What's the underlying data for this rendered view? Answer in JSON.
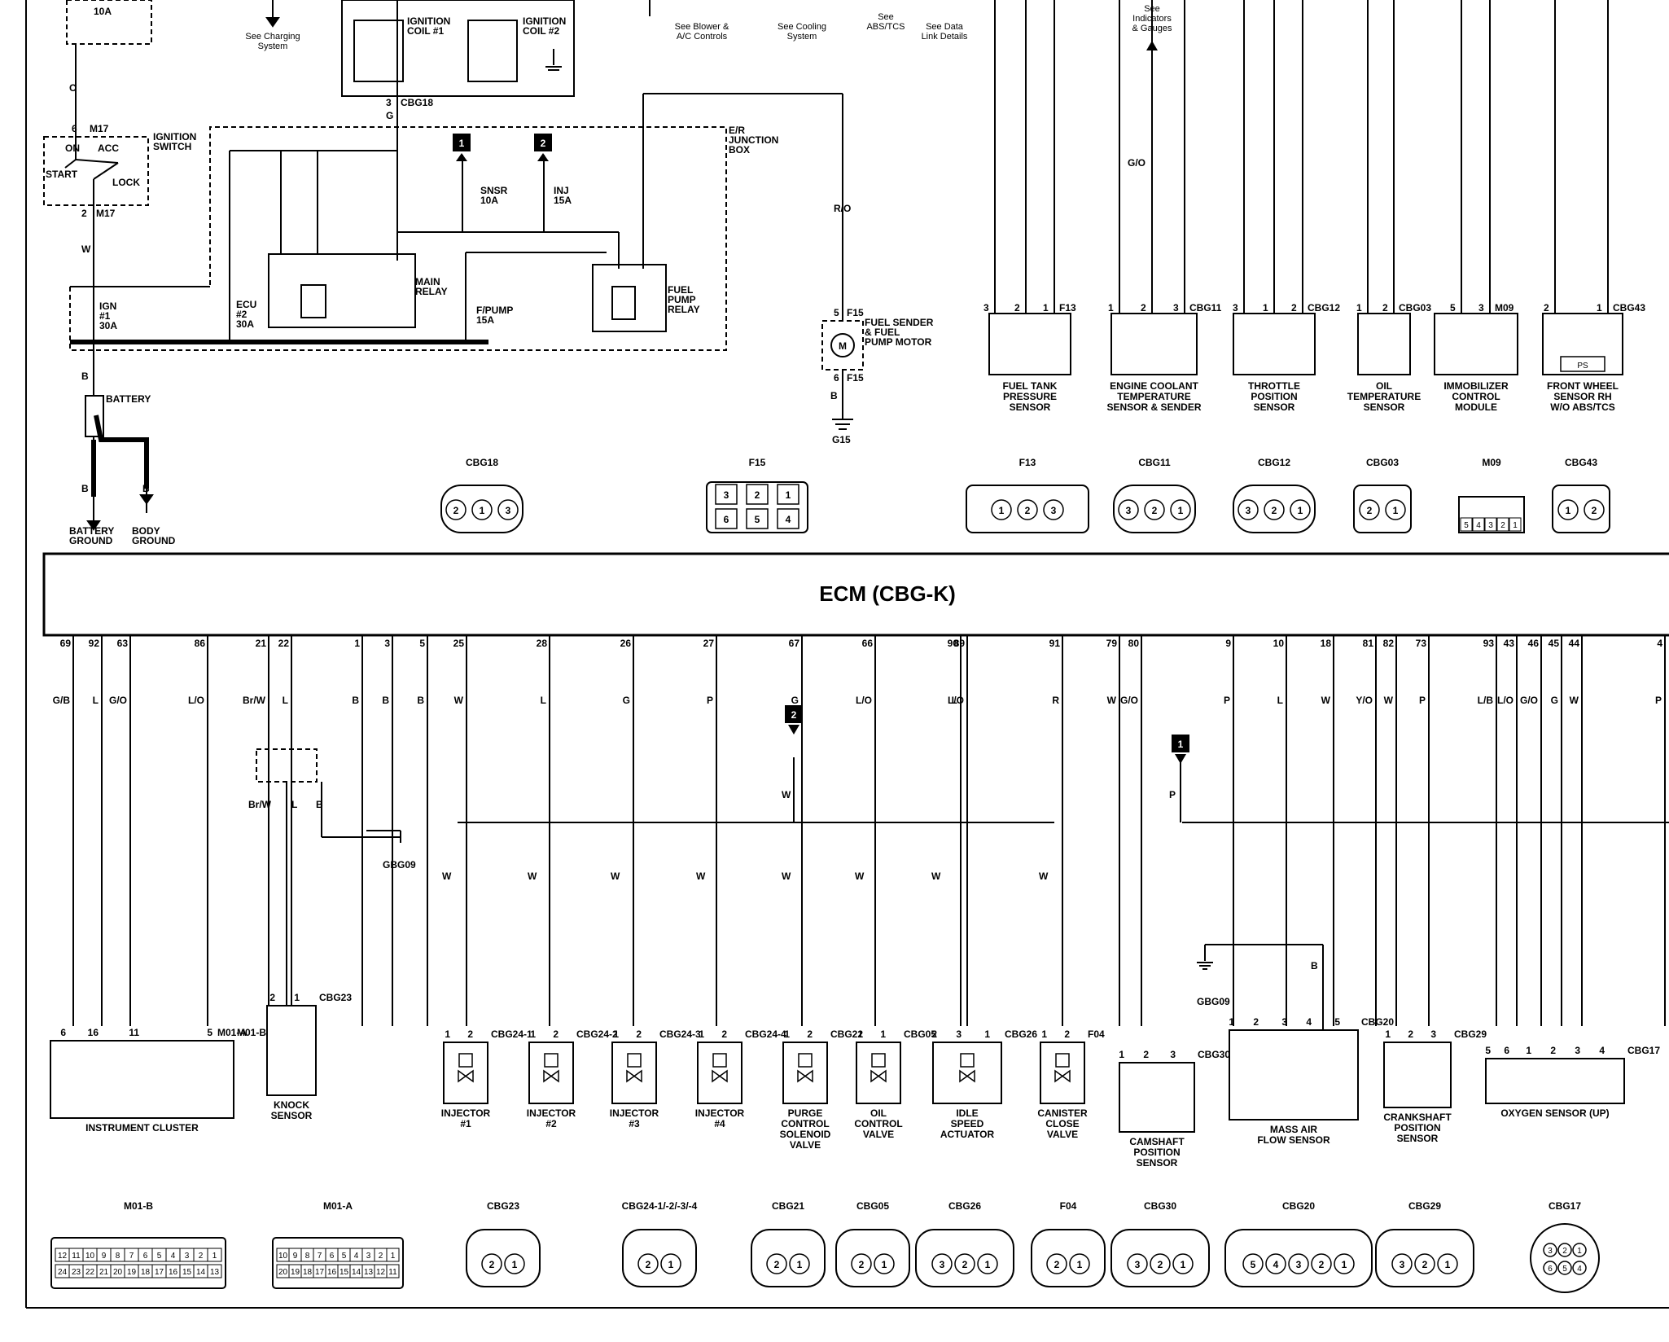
{
  "ecm": {
    "title": "ECM (CBG-K)"
  },
  "top_references": [
    {
      "id": "see-charging",
      "lines": [
        "See Charging",
        "System"
      ]
    },
    {
      "id": "see-blower",
      "lines": [
        "See Blower &",
        "A/C Controls"
      ]
    },
    {
      "id": "see-cooling",
      "lines": [
        "See Cooling",
        "System"
      ]
    },
    {
      "id": "see-abs",
      "lines": [
        "See",
        "ABS/TCS"
      ]
    },
    {
      "id": "see-data-link",
      "lines": [
        "See Data",
        "Link Details"
      ]
    },
    {
      "id": "see-indicators",
      "lines": [
        "See",
        "Indicators",
        "& Gauges"
      ]
    }
  ],
  "upper_labels": {
    "fuse_top": "10A",
    "m17_top": "M17",
    "m17_top_pin": "6",
    "m17_bottom": "M17",
    "m17_bottom_pin": "2",
    "wire_o": "O",
    "wire_w": "W",
    "wire_b1": "B",
    "wire_b2": "B",
    "wire_b3": "B",
    "wire_ro": "R/O",
    "wire_go": "G/O",
    "wire_b_f15": "B",
    "ignition_switch": [
      "IGNITION",
      "SWITCH"
    ],
    "switch_on": "ON",
    "switch_acc": "ACC",
    "switch_start": "START",
    "switch_lock": "LOCK",
    "ign_fuse": [
      "IGN",
      "#1",
      "30A"
    ],
    "ecu_fuse": [
      "ECU",
      "#2",
      "30A"
    ],
    "main_relay": [
      "MAIN",
      "RELAY"
    ],
    "fpump_fuse": [
      "F/PUMP",
      "15A"
    ],
    "fuel_pump_relay": [
      "FUEL",
      "PUMP",
      "RELAY"
    ],
    "er_junction_box": [
      "E/R",
      "JUNCTION",
      "BOX"
    ],
    "snsr_fuse": [
      "SNSR",
      "10A"
    ],
    "inj_fuse": [
      "INJ",
      "15A"
    ],
    "marker_1": "1",
    "marker_2": "2",
    "ignition_coil_1": [
      "IGNITION",
      "COIL #1"
    ],
    "ignition_coil_2": [
      "IGNITION",
      "COIL #2"
    ],
    "cbg18_pin_3": "3",
    "cbg18_ref": "CBG18",
    "cbg18_wire": "G",
    "battery": "BATTERY",
    "battery_ground": [
      "BATTERY",
      "GROUND"
    ],
    "body_ground": [
      "BODY",
      "GROUND"
    ],
    "fuel_sender": [
      "FUEL SENDER",
      "& FUEL",
      "PUMP MOTOR"
    ],
    "f15_pin_5": "5",
    "f15_pin_6": "6",
    "f15_ref_top": "F15",
    "f15_ref_bottom": "F15",
    "ground_g15": "G15",
    "motor_m": "M"
  },
  "upper_sensors": [
    {
      "id": "fuel-tank-pressure",
      "lines": [
        "FUEL TANK",
        "PRESSURE",
        "SENSOR"
      ],
      "connector": "F13",
      "pins": [
        "3",
        "2",
        "1"
      ]
    },
    {
      "id": "engine-coolant-temp",
      "lines": [
        "ENGINE COOLANT",
        "TEMPERATURE",
        "SENSOR & SENDER"
      ],
      "connector": "CBG11",
      "pins": [
        "1",
        "2",
        "3"
      ]
    },
    {
      "id": "throttle-position",
      "lines": [
        "THROTTLE",
        "POSITION",
        "SENSOR"
      ],
      "connector": "CBG12",
      "pins": [
        "3",
        "1",
        "2"
      ]
    },
    {
      "id": "oil-temperature",
      "lines": [
        "OIL",
        "TEMPERATURE",
        "SENSOR"
      ],
      "connector": "CBG03",
      "pins": [
        "1",
        "2"
      ]
    },
    {
      "id": "immobilizer",
      "lines": [
        "IMMOBILIZER",
        "CONTROL",
        "MODULE"
      ],
      "connector": "M09",
      "pins": [
        "5",
        "3"
      ]
    },
    {
      "id": "front-wheel-sensor",
      "lines": [
        "FRONT WHEEL",
        "SENSOR RH",
        "W/O ABS/TCS"
      ],
      "connector": "CBG43",
      "pins": [
        "2",
        "1"
      ],
      "symbol": "PS"
    }
  ],
  "upper_connectors": [
    {
      "id": "CBG18",
      "label": "CBG18",
      "pins": [
        "2",
        "1",
        "3"
      ]
    },
    {
      "id": "F15",
      "label": "F15",
      "pins": [
        "3",
        "2",
        "1",
        "6",
        "5",
        "4"
      ]
    },
    {
      "id": "F13",
      "label": "F13",
      "pins": [
        "1",
        "2",
        "3"
      ]
    },
    {
      "id": "CBG11",
      "label": "CBG11",
      "pins": [
        "3",
        "2",
        "1"
      ]
    },
    {
      "id": "CBG12",
      "label": "CBG12",
      "pins": [
        "3",
        "2",
        "1"
      ]
    },
    {
      "id": "CBG03",
      "label": "CBG03",
      "pins": [
        "2",
        "1"
      ]
    },
    {
      "id": "M09",
      "label": "M09",
      "pins": [
        "5",
        "4",
        "3",
        "2",
        "1"
      ]
    },
    {
      "id": "CBG43",
      "label": "CBG43",
      "pins": [
        "1",
        "2"
      ]
    }
  ],
  "ecm_pins": [
    {
      "pin": "69",
      "wire": "G/B"
    },
    {
      "pin": "92",
      "wire": "L"
    },
    {
      "pin": "63",
      "wire": "G/O"
    },
    {
      "pin": "86",
      "wire": "L/O"
    },
    {
      "pin": "21",
      "wire": "Br/W"
    },
    {
      "pin": "22",
      "wire": "L"
    },
    {
      "pin": "1",
      "wire": "B"
    },
    {
      "pin": "3",
      "wire": "B"
    },
    {
      "pin": "5",
      "wire": "B"
    },
    {
      "pin": "25",
      "wire": "W"
    },
    {
      "pin": "28",
      "wire": "L"
    },
    {
      "pin": "26",
      "wire": "G"
    },
    {
      "pin": "27",
      "wire": "P"
    },
    {
      "pin": "67",
      "wire": "G"
    },
    {
      "pin": "66",
      "wire": "L/O"
    },
    {
      "pin": "90",
      "wire": "L"
    },
    {
      "pin": "89",
      "wire": "L/O"
    },
    {
      "pin": "91",
      "wire": "R"
    },
    {
      "pin": "79",
      "wire": "W"
    },
    {
      "pin": "80",
      "wire": "G/O"
    },
    {
      "pin": "9",
      "wire": "P"
    },
    {
      "pin": "10",
      "wire": "L"
    },
    {
      "pin": "18",
      "wire": "W"
    },
    {
      "pin": "81",
      "wire": "Y/O"
    },
    {
      "pin": "82",
      "wire": "W"
    },
    {
      "pin": "73",
      "wire": "P"
    },
    {
      "pin": "93",
      "wire": "L/B"
    },
    {
      "pin": "43",
      "wire": "L/O"
    },
    {
      "pin": "46",
      "wire": "G/O"
    },
    {
      "pin": "45",
      "wire": "G"
    },
    {
      "pin": "44",
      "wire": "W"
    },
    {
      "pin": "4",
      "wire": "P"
    }
  ],
  "lower_labels": {
    "gbg09": "GBG09",
    "gbg09_b": "GBG09",
    "wire_brw": "Br/W",
    "wire_l": "L",
    "wire_b": "B",
    "wire_w": "W",
    "wire_p": "P",
    "wire_b_maf": "B",
    "marker_2": "2",
    "marker_1": "1"
  },
  "lower_components": [
    {
      "id": "instrument-cluster",
      "lines": [
        "INSTRUMENT CLUSTER"
      ],
      "connector": "M01-B",
      "connector2": "M01-A",
      "pins": [
        "6",
        "16",
        "11",
        "5"
      ]
    },
    {
      "id": "knock-sensor",
      "lines": [
        "KNOCK",
        "SENSOR"
      ],
      "connector": "CBG23",
      "pins": [
        "2",
        "1"
      ]
    },
    {
      "id": "injector-1",
      "lines": [
        "INJECTOR",
        "#1"
      ],
      "connector": "CBG24-1",
      "pins": [
        "1",
        "2"
      ],
      "wire": "W"
    },
    {
      "id": "injector-2",
      "lines": [
        "INJECTOR",
        "#2"
      ],
      "connector": "CBG24-2",
      "pins": [
        "1",
        "2"
      ],
      "wire": "W"
    },
    {
      "id": "injector-3",
      "lines": [
        "INJECTOR",
        "#3"
      ],
      "connector": "CBG24-3",
      "pins": [
        "1",
        "2"
      ],
      "wire": "W"
    },
    {
      "id": "injector-4",
      "lines": [
        "INJECTOR",
        "#4"
      ],
      "connector": "CBG24-4",
      "pins": [
        "1",
        "2"
      ],
      "wire": "W"
    },
    {
      "id": "purge-control",
      "lines": [
        "PURGE",
        "CONTROL",
        "SOLENOID",
        "VALVE"
      ],
      "connector": "CBG21",
      "pins": [
        "1",
        "2"
      ],
      "wire": "W"
    },
    {
      "id": "oil-control",
      "lines": [
        "OIL",
        "CONTROL",
        "VALVE"
      ],
      "connector": "CBG05",
      "pins": [
        "2",
        "1"
      ],
      "wire": "W"
    },
    {
      "id": "idle-speed",
      "lines": [
        "IDLE",
        "SPEED",
        "ACTUATOR"
      ],
      "connector": "CBG26",
      "pins": [
        "2",
        "3",
        "1"
      ],
      "wire": "W"
    },
    {
      "id": "canister-close",
      "lines": [
        "CANISTER",
        "CLOSE",
        "VALVE"
      ],
      "connector": "F04",
      "pins": [
        "1",
        "2"
      ],
      "wire": "W"
    },
    {
      "id": "camshaft",
      "lines": [
        "CAMSHAFT",
        "POSITION",
        "SENSOR"
      ],
      "connector": "CBG30",
      "pins": [
        "1",
        "2",
        "3"
      ]
    },
    {
      "id": "maf",
      "lines": [
        "MASS AIR",
        "FLOW SENSOR"
      ],
      "connector": "CBG20",
      "pins": [
        "1",
        "2",
        "3",
        "4",
        "5"
      ]
    },
    {
      "id": "crankshaft",
      "lines": [
        "CRANKSHAFT",
        "POSITION",
        "SENSOR"
      ],
      "connector": "CBG29",
      "pins": [
        "1",
        "2",
        "3"
      ]
    },
    {
      "id": "oxygen-up",
      "lines": [
        "OXYGEN SENSOR (UP)"
      ],
      "connector": "CBG17",
      "pins": [
        "5",
        "6",
        "1",
        "2",
        "3",
        "4"
      ]
    }
  ],
  "bottom_connectors": [
    {
      "id": "M01-B",
      "label": "M01-B",
      "pins": [
        "12",
        "11",
        "10",
        "9",
        "8",
        "7",
        "6",
        "5",
        "4",
        "3",
        "2",
        "1",
        "24",
        "23",
        "22",
        "21",
        "20",
        "19",
        "18",
        "17",
        "16",
        "15",
        "14",
        "13"
      ]
    },
    {
      "id": "M01-A",
      "label": "M01-A",
      "pins": [
        "10",
        "9",
        "8",
        "7",
        "6",
        "5",
        "4",
        "3",
        "2",
        "1",
        "20",
        "19",
        "18",
        "17",
        "16",
        "15",
        "14",
        "13",
        "12",
        "11"
      ]
    },
    {
      "id": "CBG23",
      "label": "CBG23",
      "pins": [
        "2",
        "1"
      ]
    },
    {
      "id": "CBG24",
      "label": "CBG24-1/-2/-3/-4",
      "pins": [
        "2",
        "1"
      ]
    },
    {
      "id": "CBG21",
      "label": "CBG21",
      "pins": [
        "2",
        "1"
      ]
    },
    {
      "id": "CBG05",
      "label": "CBG05",
      "pins": [
        "2",
        "1"
      ]
    },
    {
      "id": "CBG26",
      "label": "CBG26",
      "pins": [
        "3",
        "2",
        "1"
      ]
    },
    {
      "id": "F04",
      "label": "F04",
      "pins": [
        "2",
        "1"
      ]
    },
    {
      "id": "CBG30",
      "label": "CBG30",
      "pins": [
        "3",
        "2",
        "1"
      ]
    },
    {
      "id": "CBG20",
      "label": "CBG20",
      "pins": [
        "5",
        "4",
        "3",
        "2",
        "1"
      ]
    },
    {
      "id": "CBG29",
      "label": "CBG29",
      "pins": [
        "3",
        "2",
        "1"
      ]
    },
    {
      "id": "CBG17",
      "label": "CBG17",
      "pins": [
        "3",
        "2",
        "1",
        "6",
        "5",
        "4"
      ]
    }
  ]
}
